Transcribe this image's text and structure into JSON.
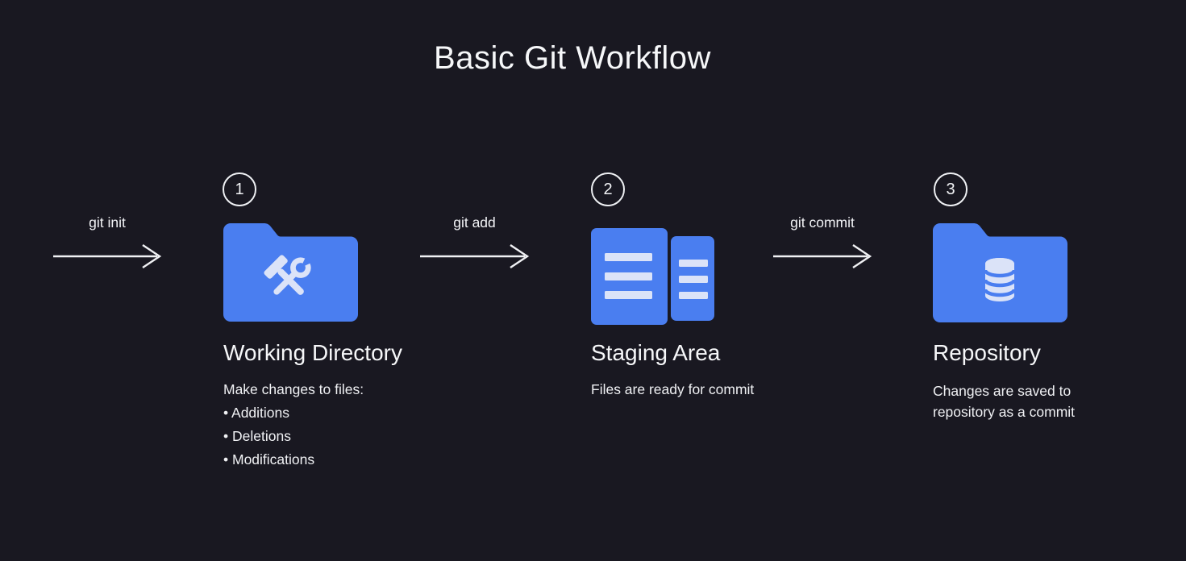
{
  "title": "Basic Git Workflow",
  "colors": {
    "background": "#191821",
    "accent_blue": "#4a7ef0",
    "icon_light": "#dbe3f8",
    "text": "#f4f5f7",
    "arrow": "#f0f1f4"
  },
  "steps": [
    {
      "number": "1",
      "arrow_label": "git init",
      "icon": "folder-tools-icon",
      "heading": "Working Directory",
      "description": "Make changes to files:",
      "bullets": [
        "Additions",
        "Deletions",
        "Modifications"
      ]
    },
    {
      "number": "2",
      "arrow_label": "git add",
      "icon": "staged-files-icon",
      "heading": "Staging Area",
      "description": "Files are ready for commit",
      "bullets": []
    },
    {
      "number": "3",
      "arrow_label": "git commit",
      "icon": "folder-database-icon",
      "heading": "Repository",
      "description": "Changes are saved to repository as a commit",
      "bullets": []
    }
  ]
}
